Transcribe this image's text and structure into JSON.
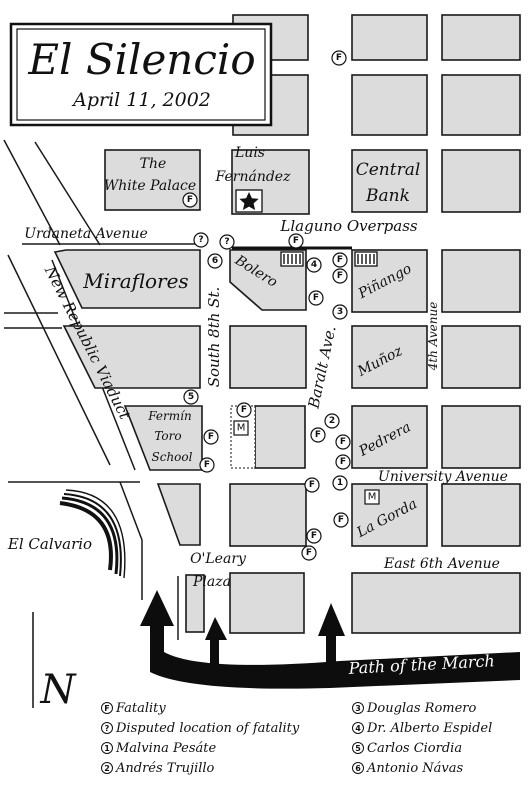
{
  "title": "El Silencio",
  "date": "April 11, 2002",
  "places": {
    "white_palace_1": "The",
    "white_palace_2": "White Palace",
    "luis_1": "Luis",
    "luis_2": "Fernández",
    "central_bank_1": "Central",
    "central_bank_2": "Bank",
    "llaguno": "Llaguno Overpass",
    "urdaneta": "Urdaneta Avenue",
    "miraflores": "Miraflores",
    "bolero": "Bolero",
    "pinango": "Piñango",
    "munoz": "Muñoz",
    "pedrera": "Pedrera",
    "gorda": "La Gorda",
    "fermin_1": "Fermín",
    "fermin_2": "Toro",
    "fermin_3": "School",
    "south8": "South 8th St.",
    "baralt": "Baralt Ave.",
    "fourth": "4th Avenue",
    "new_republic": "New Republic Viaduct",
    "university": "University Avenue",
    "east6": "East 6th Avenue",
    "calvario": "El Calvario",
    "oleary_1": "O'Leary",
    "oleary_2": "Plaza",
    "path": "Path of the March",
    "north": "N"
  },
  "marker_text": {
    "fatality": "F",
    "disputed": "?",
    "metro": "M"
  },
  "legend": [
    {
      "symbol": "F",
      "label": "Fatality"
    },
    {
      "symbol": "?",
      "label": "Disputed location of fatality"
    },
    {
      "symbol": "1",
      "label": "Malvina Pesáte"
    },
    {
      "symbol": "2",
      "label": "Andrés Trujillo"
    },
    {
      "symbol": "3",
      "label": "Douglas Romero"
    },
    {
      "symbol": "4",
      "label": "Dr. Alberto Espidel"
    },
    {
      "symbol": "5",
      "label": "Carlos Ciordia"
    },
    {
      "symbol": "6",
      "label": "Antonio Návas"
    }
  ],
  "colors": {
    "block_fill": "#dcdcdc",
    "ink": "#111111",
    "march_arrow": "#0d0d0d"
  }
}
